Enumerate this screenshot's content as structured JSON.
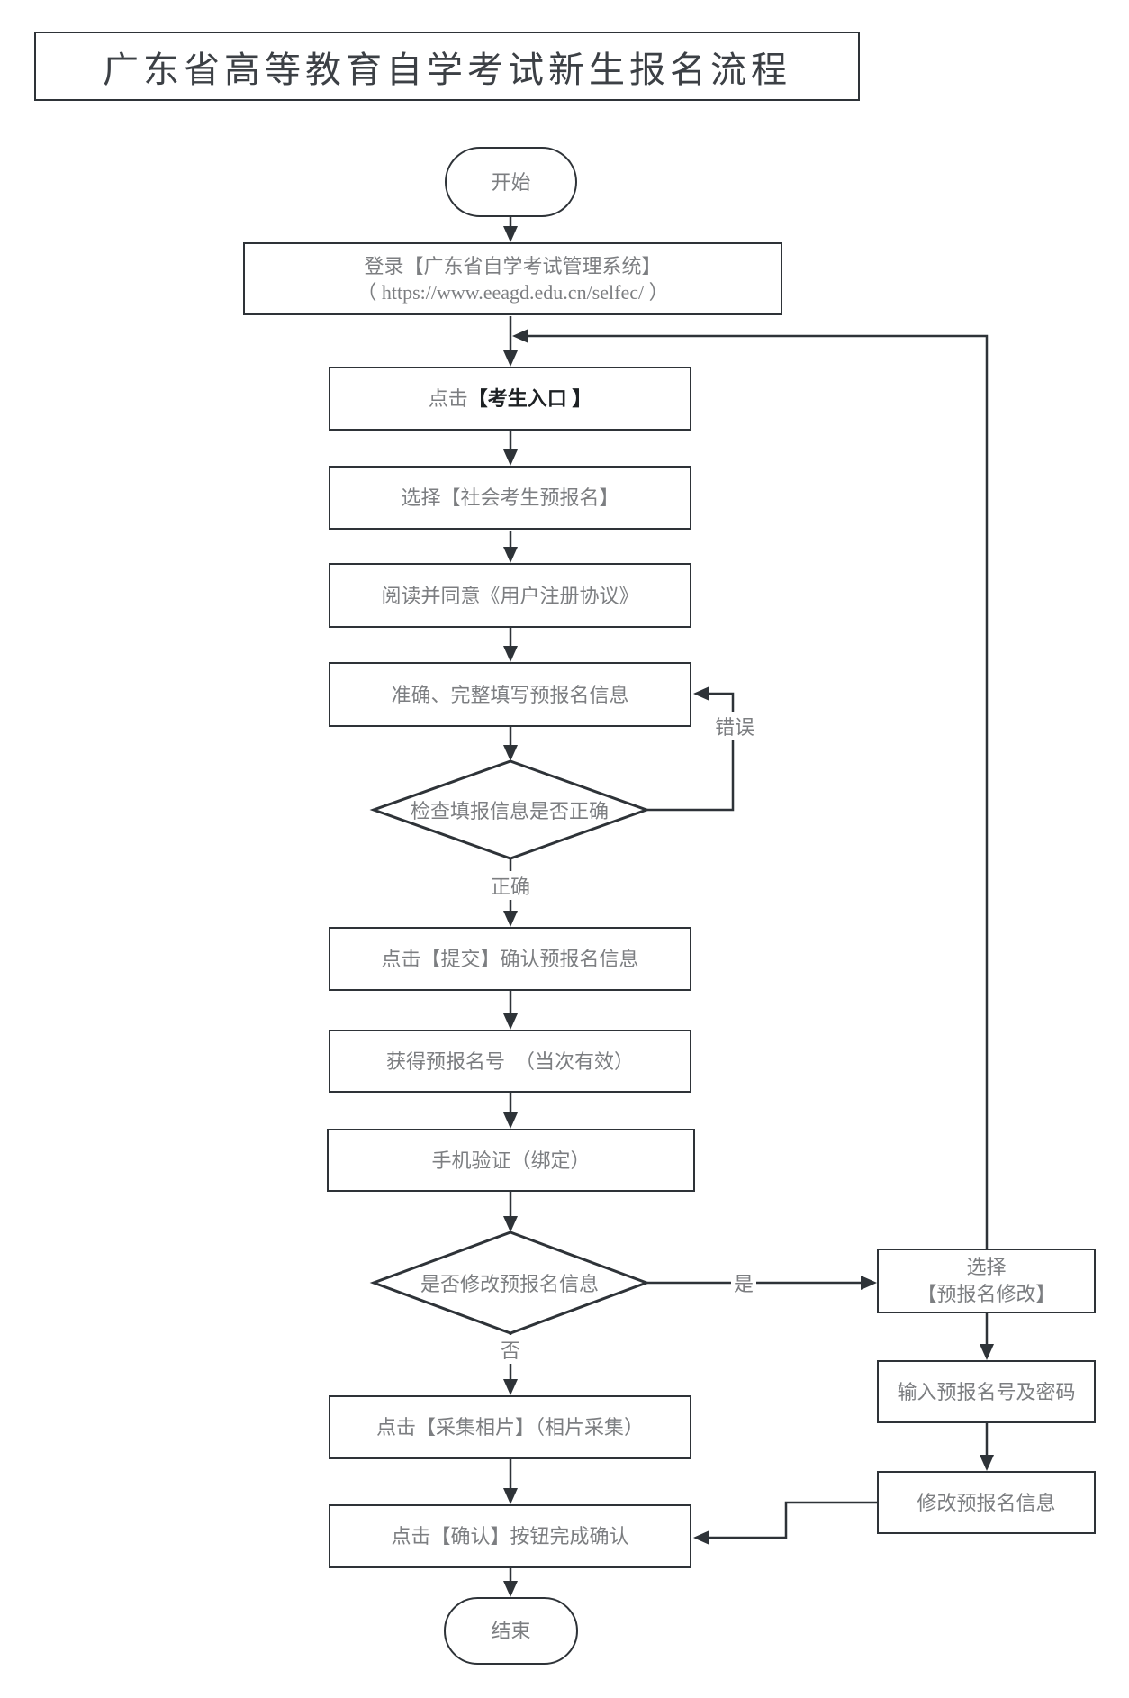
{
  "title": "广东省高等教育自学考试新生报名流程",
  "nodes": {
    "start": {
      "label": "开始"
    },
    "login": {
      "line1": "登录【广东省自学考试管理系统】",
      "line2": "（ https://www.eeagd.edu.cn/selfec/ ）"
    },
    "entry": {
      "prefix": "点击",
      "bold": "【考生入口 】"
    },
    "choose_social": {
      "label": "选择【社会考生预报名】"
    },
    "agreement": {
      "label": "阅读并同意《用户注册协议》"
    },
    "fill_info": {
      "label": "准确、完整填写预报名信息"
    },
    "check_info": {
      "label": "检查填报信息是否正确"
    },
    "submit": {
      "label": "点击【提交】确认预报名信息"
    },
    "get_number": {
      "label": "获得预报名号　（当次有效）"
    },
    "phone_verify": {
      "label": "手机验证（绑定）"
    },
    "modify_question": {
      "label": "是否修改预报名信息"
    },
    "photo": {
      "label": "点击【采集相片】（相片采集）"
    },
    "confirm": {
      "label": "点击【确认】按钮完成确认"
    },
    "end": {
      "label": "结束"
    },
    "choose_modify": {
      "line1": "选择",
      "line2": "【预报名修改】"
    },
    "input_number": {
      "label": "输入预报名号及密码"
    },
    "modify_info": {
      "label": "修改预报名信息"
    }
  },
  "edge_labels": {
    "error": "错误",
    "correct": "正确",
    "yes": "是",
    "no": "否"
  },
  "colors": {
    "line": "#2e3338",
    "text": "#7c7e81",
    "bold_text": "#1d2124",
    "background": "#ffffff"
  }
}
